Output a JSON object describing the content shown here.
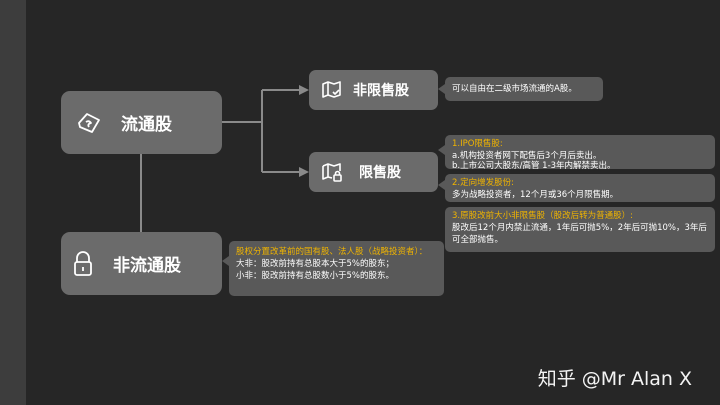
{
  "circulating": {
    "label": "流通股",
    "icon": "ticket-icon"
  },
  "non_circulating": {
    "label": "非流通股",
    "icon": "lock-icon"
  },
  "unrestricted": {
    "label": "非限售股",
    "icon": "map-check-icon",
    "note": "可以自由在二级市场流通的A股。"
  },
  "restricted": {
    "label": "限售股",
    "icon": "map-lock-icon"
  },
  "restricted_notes": [
    {
      "heading": "1.IPO限售股:",
      "lines": [
        "a.机构投资者网下配售后3个月后卖出。",
        "b.上市公司大股东/高管 1-3年内解禁卖出。"
      ]
    },
    {
      "heading": "2.定向增发股份:",
      "lines": [
        "多为战略投资者，12个月或36个月限售期。"
      ]
    },
    {
      "heading": "3.原股改前大小非限售股（股改后转为普通股）:",
      "lines": [
        "股改后12个月内禁止流通，1年后可抛5%，2年后可抛10%，3年后可全部抛售。"
      ]
    }
  ],
  "non_circ_note": {
    "heading": "股权分置改革前的国有股、法人股（战略投资者）：",
    "lines": [
      "大非：股改前持有总股本大于5%的股东；",
      "小非：股改前持有总股数小于5%的股东。"
    ]
  },
  "watermark": "知乎 @Mr Alan X",
  "colors": {
    "background": "#262626",
    "box": "#6b6b6b",
    "note": "#595959",
    "heading": "#f0b400",
    "connector": "#8a8a8a"
  }
}
